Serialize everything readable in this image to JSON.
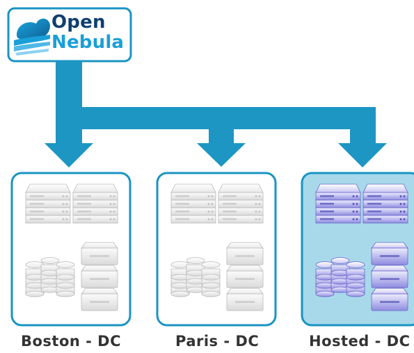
{
  "logo": {
    "line1": "Open",
    "line2": "Nebula"
  },
  "datacenters": [
    {
      "label": "Boston - DC",
      "highlighted": false
    },
    {
      "label": "Paris - DC",
      "highlighted": false
    },
    {
      "label": "Hosted - DC",
      "highlighted": true
    }
  ],
  "colors": {
    "arrow": "#1d96c3",
    "box_border": "#1894c2",
    "hosted_fill": "#a7d9ea",
    "server_gray": "#ebebeb",
    "server_purple": "#a9a6e8",
    "logo_dark": "#0f3f6e",
    "logo_light": "#1a9fd8"
  }
}
